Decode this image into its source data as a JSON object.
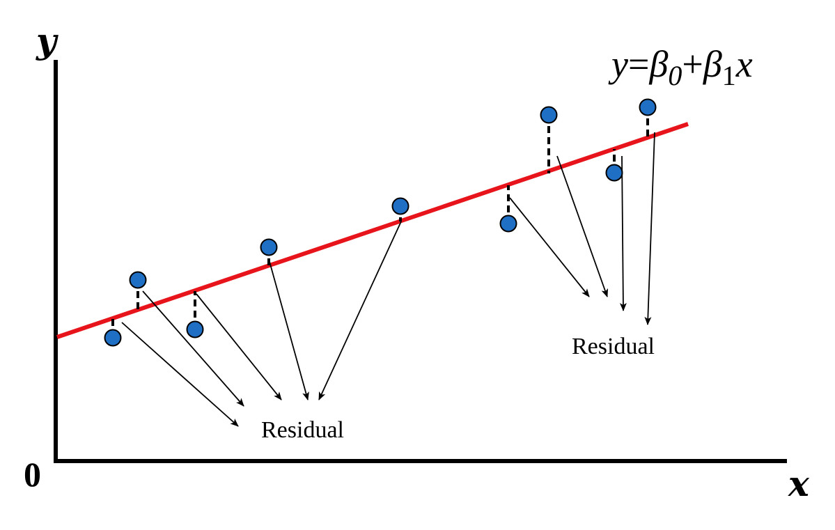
{
  "labels": {
    "y_axis": "y",
    "x_axis": "x",
    "origin": "0",
    "equation": {
      "y": "y",
      "eq": "=",
      "beta": "β",
      "sub0": "0",
      "plus": "+",
      "sub1": "1",
      "x": "x"
    },
    "residual_left": "Residual",
    "residual_right": "Residual"
  },
  "colors": {
    "axis": "#000000",
    "regression_line": "#e8141b",
    "point_fill": "#1f6fc4",
    "point_stroke": "#000000",
    "residual": "#000000",
    "arrow": "#000000"
  }
}
